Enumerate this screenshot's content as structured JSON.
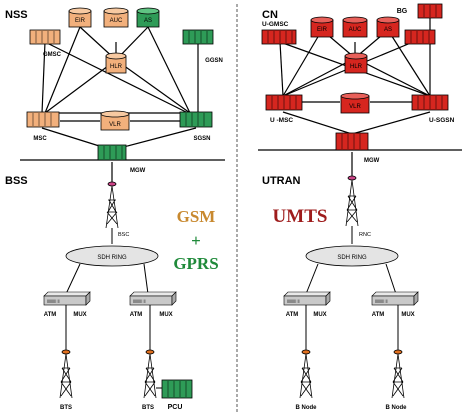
{
  "left": {
    "section_top": "NSS",
    "section_bottom": "BSS",
    "nodes": {
      "eir": "EIR",
      "auc": "AUC",
      "as": "AS",
      "gmsc": "GMSC",
      "hlr": "HLR",
      "ggsn": "GGSN",
      "vlr": "VLR",
      "msc": "MSC",
      "sgsn": "SGSN",
      "mgw": "MGW",
      "bsc": "BSC",
      "ring": "SDH RING",
      "atm1": "ATM",
      "mux1": "MUX",
      "atm2": "ATM",
      "mux2": "MUX",
      "bts1": "BTS",
      "bts2": "BTS",
      "pcu": "PCU"
    },
    "big_text": {
      "gsm": "GSM",
      "plus": "+",
      "gprs": "GPRS"
    }
  },
  "right": {
    "section_top": "CN",
    "section_bottom": "UTRAN",
    "nodes": {
      "bg": "BG",
      "ugmsc": "U-GMSC",
      "eir": "EIR",
      "auc": "AUC",
      "as": "AS",
      "hlr": "HLR",
      "umsc": "U -MSC",
      "vlr": "VLR",
      "usgsn": "U-SGSN",
      "mgw": "MGW",
      "rnc": "RNC",
      "ring": "SDH RING",
      "atm1": "ATM",
      "mux1": "MUX",
      "atm2": "ATM",
      "mux2": "MUX",
      "bnode1": "B Node",
      "bnode2": "B Node"
    },
    "big_text": {
      "umts": "UMTS"
    }
  },
  "colors": {
    "orange": "#f2b07c",
    "green": "#2e9b57",
    "red": "#d6261f",
    "gsm": "#c8892f",
    "gprs": "#1f8a3a",
    "umts": "#9e1c1c",
    "ring": "#e4e4e4",
    "mux": "#c9c9c9"
  }
}
